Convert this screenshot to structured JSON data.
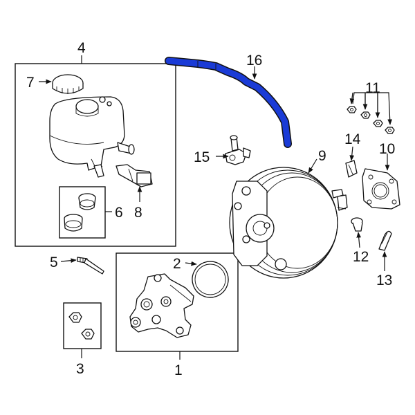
{
  "diagram": {
    "highlight_color": "#1a3bd6",
    "callouts": {
      "c1": "1",
      "c2": "2",
      "c3": "3",
      "c4": "4",
      "c5": "5",
      "c6": "6",
      "c7": "7",
      "c8": "8",
      "c9": "9",
      "c10": "10",
      "c11": "11",
      "c12": "12",
      "c13": "13",
      "c14": "14",
      "c15": "15",
      "c16": "16"
    }
  }
}
